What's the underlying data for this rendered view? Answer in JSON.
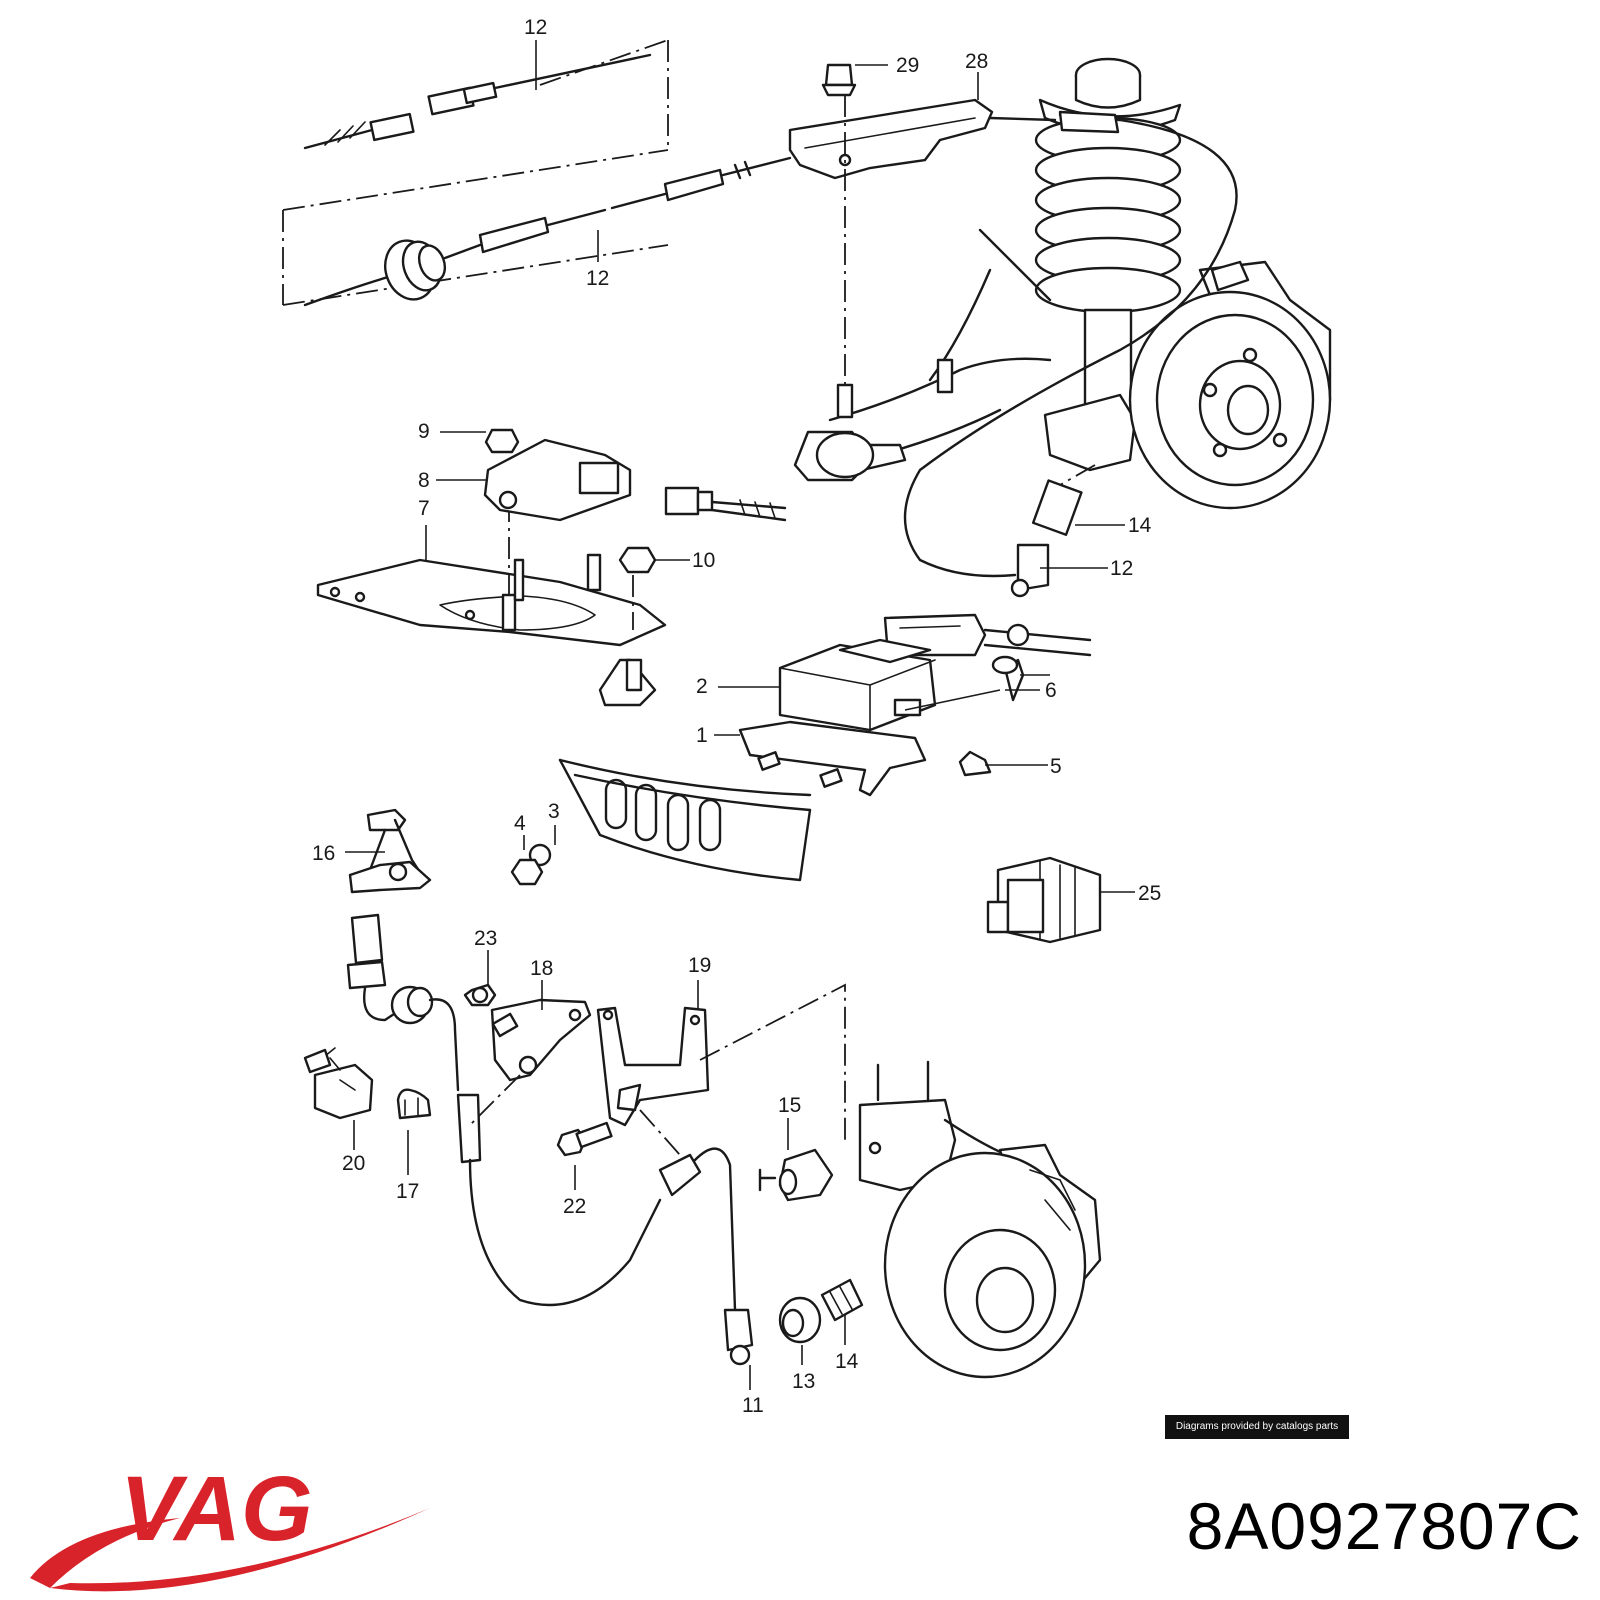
{
  "diagram": {
    "callouts": {
      "c1": "1",
      "c2": "2",
      "c3": "3",
      "c4": "4",
      "c5": "5",
      "c6": "6",
      "c7": "7",
      "c8": "8",
      "c9": "9",
      "c10": "10",
      "c11": "11",
      "c12a": "12",
      "c12b": "12",
      "c12c": "12",
      "c13": "13",
      "c14a": "14",
      "c14b": "14",
      "c15": "15",
      "c16": "16",
      "c17": "17",
      "c18": "18",
      "c19": "19",
      "c20": "20",
      "c22": "22",
      "c23": "23",
      "c25": "25",
      "c28": "28",
      "c29": "29"
    }
  },
  "credit": "Diagrams provided by catalogs parts",
  "brand": {
    "logo_text": "VAG",
    "color": "#d8232a"
  },
  "part_number": "8A0927807C"
}
